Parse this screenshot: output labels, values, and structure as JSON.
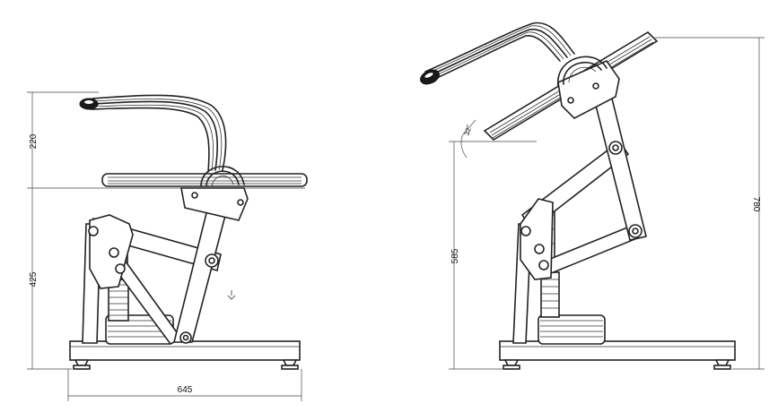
{
  "left_view": {
    "backrest_height": "220",
    "seat_height": "425",
    "base_width": "645"
  },
  "right_view": {
    "seat_height": "585",
    "overall_height": "780",
    "recline_angle": "32°"
  }
}
